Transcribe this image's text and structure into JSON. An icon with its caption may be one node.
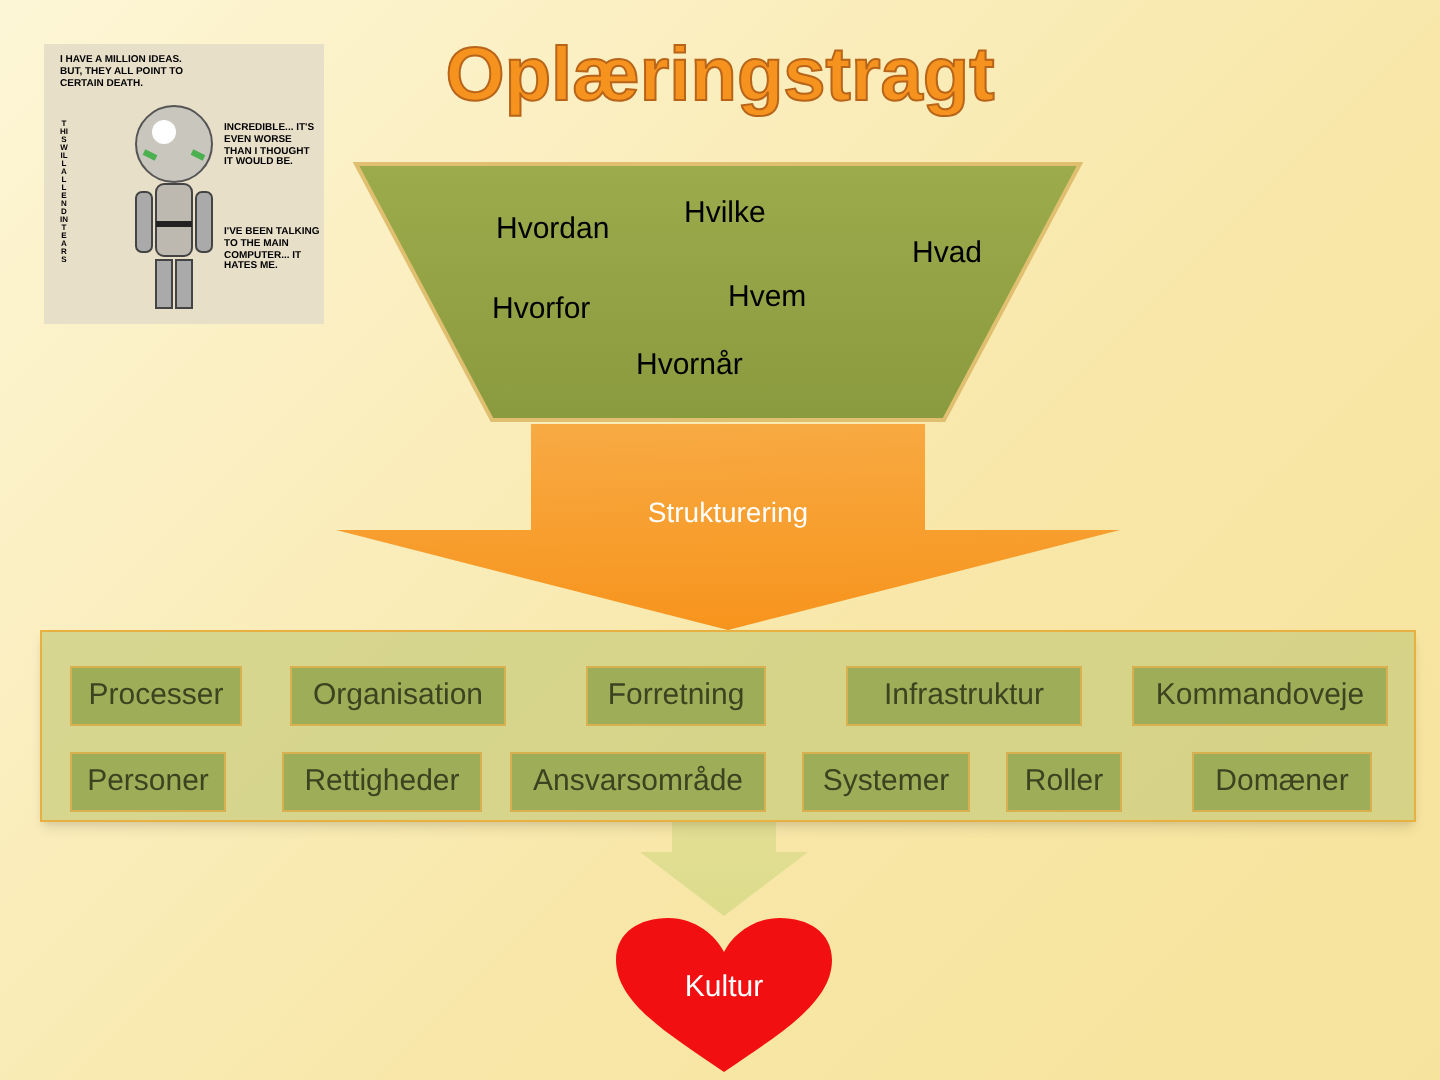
{
  "diagram": {
    "title": "Oplæringstragt",
    "nodes": [
      {
        "text": [
          "Hvordan",
          "Hvilke",
          "Hvad",
          "Hvorfor",
          "Hvem",
          "Hvornår"
        ]
      },
      {
        "text": [],
        "shape": "box"
      },
      {
        "text": [
          "Processer"
        ],
        "in": 1
      },
      {
        "text": [
          "Organisation"
        ],
        "in": 1
      },
      {
        "text": [
          "Forretning"
        ],
        "in": 1
      },
      {
        "text": [
          "Infrastruktur"
        ],
        "in": 1
      },
      {
        "text": [
          "Kommandoveje"
        ],
        "in": 1
      },
      {
        "text": [
          "Personer"
        ],
        "in": 1
      },
      {
        "text": [
          "Rettigheder"
        ],
        "in": 1
      },
      {
        "text": [
          "Ansvarsområde"
        ],
        "in": 1
      },
      {
        "text": [
          "Systemer"
        ],
        "in": 1
      },
      {
        "text": [
          "Roller"
        ],
        "in": 1
      },
      {
        "text": [
          "Domæner"
        ],
        "in": 1
      },
      {
        "text": [
          "Kultur"
        ]
      }
    ],
    "edges": [
      {
        "from": 0,
        "to": 1,
        "arrow": "to",
        "label": "Strukturering",
        "style": "thick",
        "color": "#f7941d"
      },
      {
        "from": 1,
        "to": 13,
        "arrow": "to",
        "style": "thick",
        "color": "#dcdc8c"
      }
    ],
    "labels": [
      "I HAVE A MILLION IDEAS. BUT, THEY ALL POINT TO CERTAIN DEATH.",
      "INCREDIBLE... IT'S EVEN WORSE THAN I THOUGHT IT WOULD BE.",
      "I'VE BEEN TALKING TO THE MAIN COMPUTER... IT HATES ME.",
      "THIS WILL ALL END IN TEARS"
    ]
  }
}
